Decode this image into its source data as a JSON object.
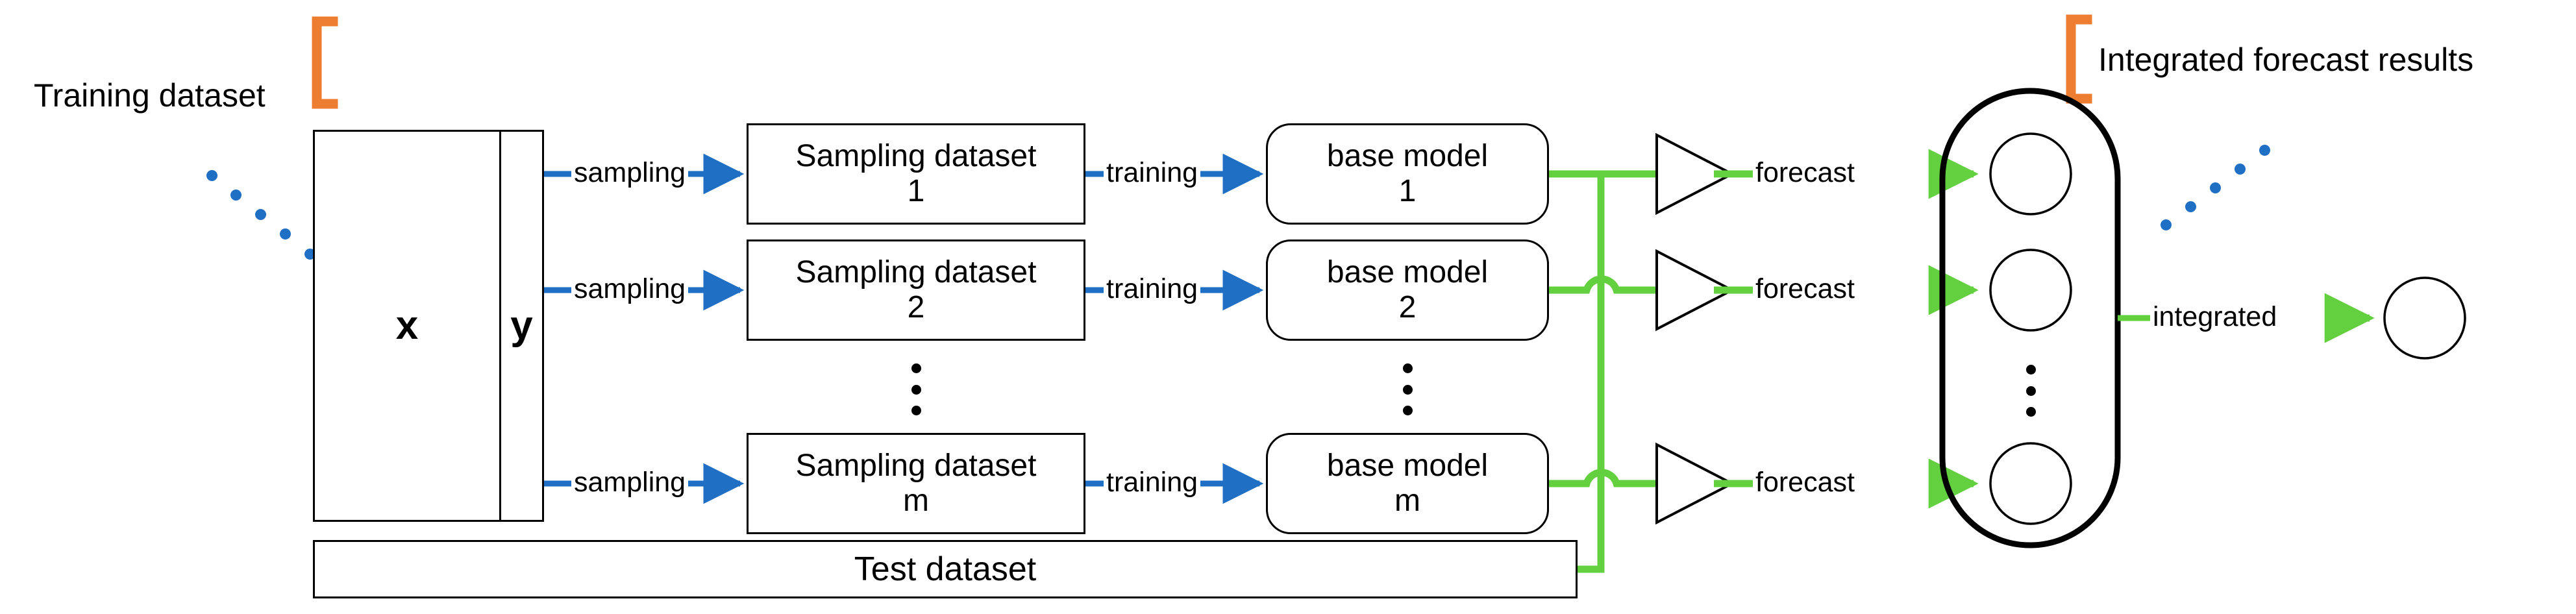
{
  "diagram": {
    "title_left": "Training dataset",
    "title_right": "Integrated forecast results",
    "colors": {
      "bracket": "#ED7D31",
      "blue_arrow": "#1F6FC4",
      "green_arrow": "#63D13F",
      "dot_blue": "#1F6FC4",
      "stroke": "#000000"
    }
  },
  "training_table": {
    "col_x": "x",
    "col_y": "y"
  },
  "sampling_edges": [
    {
      "label": "sampling"
    },
    {
      "label": "sampling"
    },
    {
      "label": "sampling"
    }
  ],
  "training_edges": [
    {
      "label": "training"
    },
    {
      "label": "training"
    },
    {
      "label": "training"
    }
  ],
  "forecast_edges": [
    {
      "label": "forecast"
    },
    {
      "label": "forecast"
    },
    {
      "label": "forecast"
    }
  ],
  "sampling_datasets": [
    {
      "name": "Sampling dataset",
      "index": "1"
    },
    {
      "name": "Sampling dataset",
      "index": "2"
    },
    {
      "name": "Sampling dataset",
      "index": "m"
    }
  ],
  "base_models": [
    {
      "name": "base model",
      "index": "1"
    },
    {
      "name": "base model",
      "index": "2"
    },
    {
      "name": "base model",
      "index": "m"
    }
  ],
  "test_dataset": {
    "label": "Test dataset"
  },
  "integrated_edge": {
    "label": "integrated"
  },
  "ellipsis": {
    "glyph": "⋮",
    "count": 3
  },
  "result_nodes": {
    "count": 3
  },
  "final_node": {
    "label": ""
  },
  "scatter_left": {
    "count": 5,
    "direction": "descending"
  },
  "scatter_right": {
    "count": 5,
    "direction": "ascending"
  }
}
